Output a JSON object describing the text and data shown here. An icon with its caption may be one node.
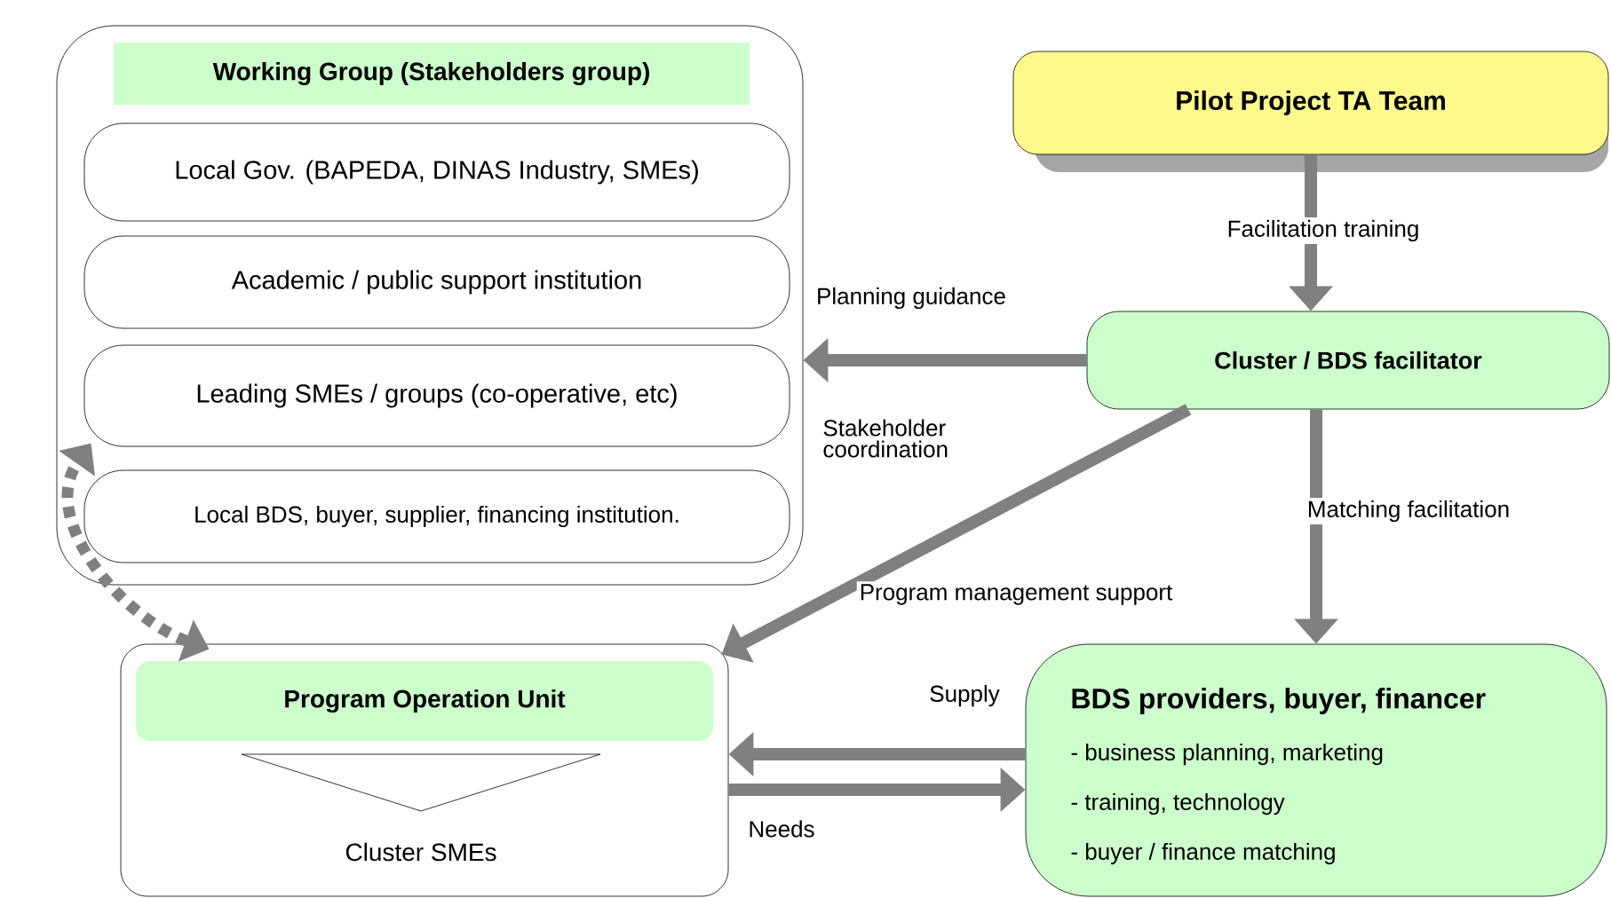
{
  "diagram": {
    "nodes": [
      {
        "text": [
          "Working Group (Stakeholders group)"
        ]
      },
      {
        "text": [
          "Local Gov. (BAPEDA, DINAS Industry, SMEs)"
        ],
        "in": 0
      },
      {
        "text": [
          "Academic / public support institution"
        ],
        "in": 0
      },
      {
        "text": [
          "Leading SMEs / groups (co-operative, etc)"
        ],
        "in": 0
      },
      {
        "text": [
          "Local BDS, buyer, supplier, financing institution."
        ],
        "in": 0
      },
      {
        "text": [
          "Pilot Project TA Team"
        ]
      },
      {
        "text": [
          "Cluster / BDS facilitator"
        ]
      },
      {
        "text": [
          "Program Operation Unit",
          "Cluster SMEs"
        ]
      },
      {
        "text": [
          "BDS providers, buyer, financer",
          "- business planning, marketing",
          "- training, technology",
          "- buyer / finance matching"
        ]
      }
    ],
    "edges": [
      {
        "from": 5,
        "to": 6,
        "arrow": "to",
        "label": "Facilitation training"
      },
      {
        "from": 6,
        "to": 0,
        "arrow": "to",
        "label": "Planning guidance"
      },
      {
        "from": 6,
        "to": 7,
        "arrow": "to",
        "label": "Program management support"
      },
      {
        "from": 6,
        "to": 8,
        "arrow": "to",
        "label": "Matching facilitation"
      },
      {
        "from": 8,
        "to": 7,
        "arrow": "to",
        "label": "Supply"
      },
      {
        "from": 7,
        "to": 8,
        "arrow": "to",
        "label": "Needs"
      },
      {
        "from": 7,
        "to": 3,
        "arrow": "both",
        "style": "dashed"
      }
    ],
    "labels": [
      "Stakeholder coordination"
    ]
  }
}
